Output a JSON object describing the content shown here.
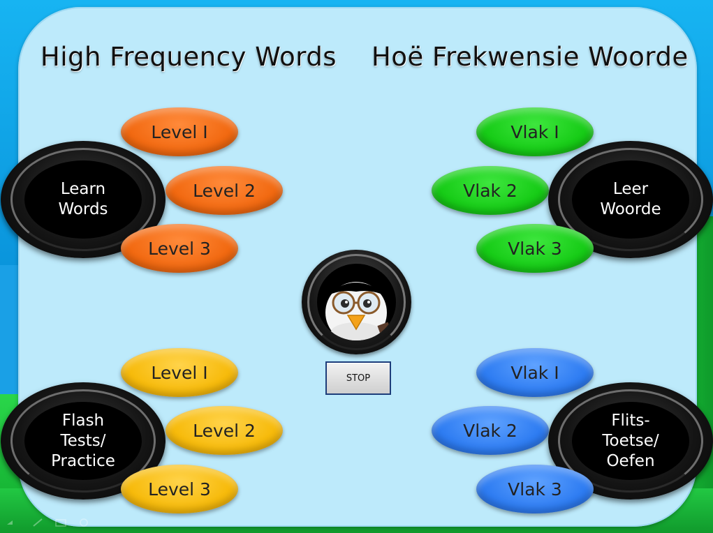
{
  "titles": {
    "english": "High Frequency Words",
    "afrikaans": "Hoë Frekwensie Woorde"
  },
  "learn_words": {
    "disc_label_lines": [
      "Learn",
      "Words"
    ],
    "levels": [
      "Level I",
      "Level 2",
      "Level 3"
    ]
  },
  "flash_tests": {
    "disc_label_lines": [
      "Flash",
      "Tests/",
      "Practice"
    ],
    "levels": [
      "Level I",
      "Level 2",
      "Level 3"
    ]
  },
  "leer_woorde": {
    "disc_label_lines": [
      "Leer",
      "Woorde"
    ],
    "levels": [
      "Vlak I",
      "Vlak 2",
      "Vlak 3"
    ]
  },
  "flits_toetse": {
    "disc_label_lines": [
      "Flits-",
      "Toetse/",
      "Oefen"
    ],
    "levels": [
      "Vlak I",
      "Vlak 2",
      "Vlak 3"
    ]
  },
  "stop_button": {
    "label": "STOP"
  },
  "icons": {
    "mascot": "penguin-with-glasses-icon"
  },
  "colors": {
    "orange": "#f26a12",
    "yellow": "#f7bb0c",
    "green": "#17cc17",
    "blue": "#2f7df2",
    "panel": "#bdeafb"
  }
}
